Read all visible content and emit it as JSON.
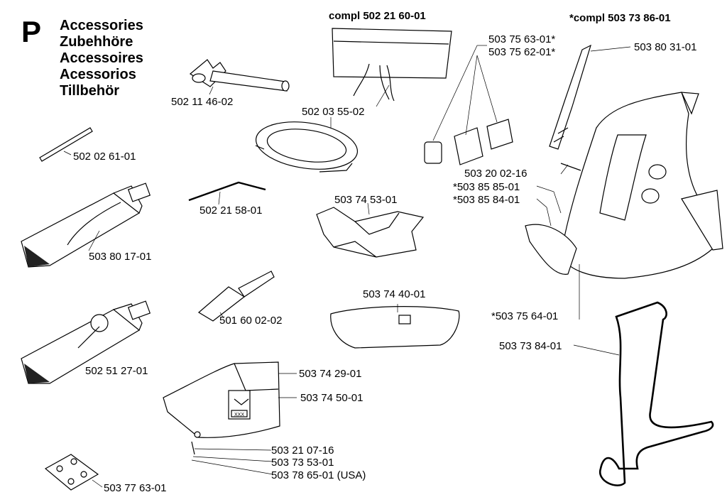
{
  "section": {
    "letter": "P"
  },
  "titles": [
    "Accessories",
    "Zubehhöre",
    "Accessoires",
    "Acessorios",
    "Tillbehör"
  ],
  "kits": {
    "cover_kit": "compl 502 21 60-01",
    "harness_kit": "*compl 503 73 86-01"
  },
  "parts": {
    "p1": "502 11 46-02",
    "p2": "502 02 61-01",
    "p3": "502 03 55-02",
    "p4": "503 75 63-01*",
    "p5": "503 75 62-01*",
    "p6": "503 80 31-01",
    "p7": "503 20 02-16",
    "p8": "*503 85 85-01",
    "p9": "*503 85 84-01",
    "p10": "502 21 58-01",
    "p11": "503 74 53-01",
    "p12": "503 80 17-01",
    "p13": "503 74 40-01",
    "p14": "501 60 02-02",
    "p15": "*503 75 64-01",
    "p16": "503 73 84-01",
    "p17": "502 51 27-01",
    "p18": "503 74 29-01",
    "p19": "503 74 50-01",
    "p20": "503 21 07-16",
    "p21": "503 73 53-01",
    "p22": "503 78 65-01 (USA)",
    "p23": "503 77 63-01"
  },
  "decal_text": "XXX"
}
